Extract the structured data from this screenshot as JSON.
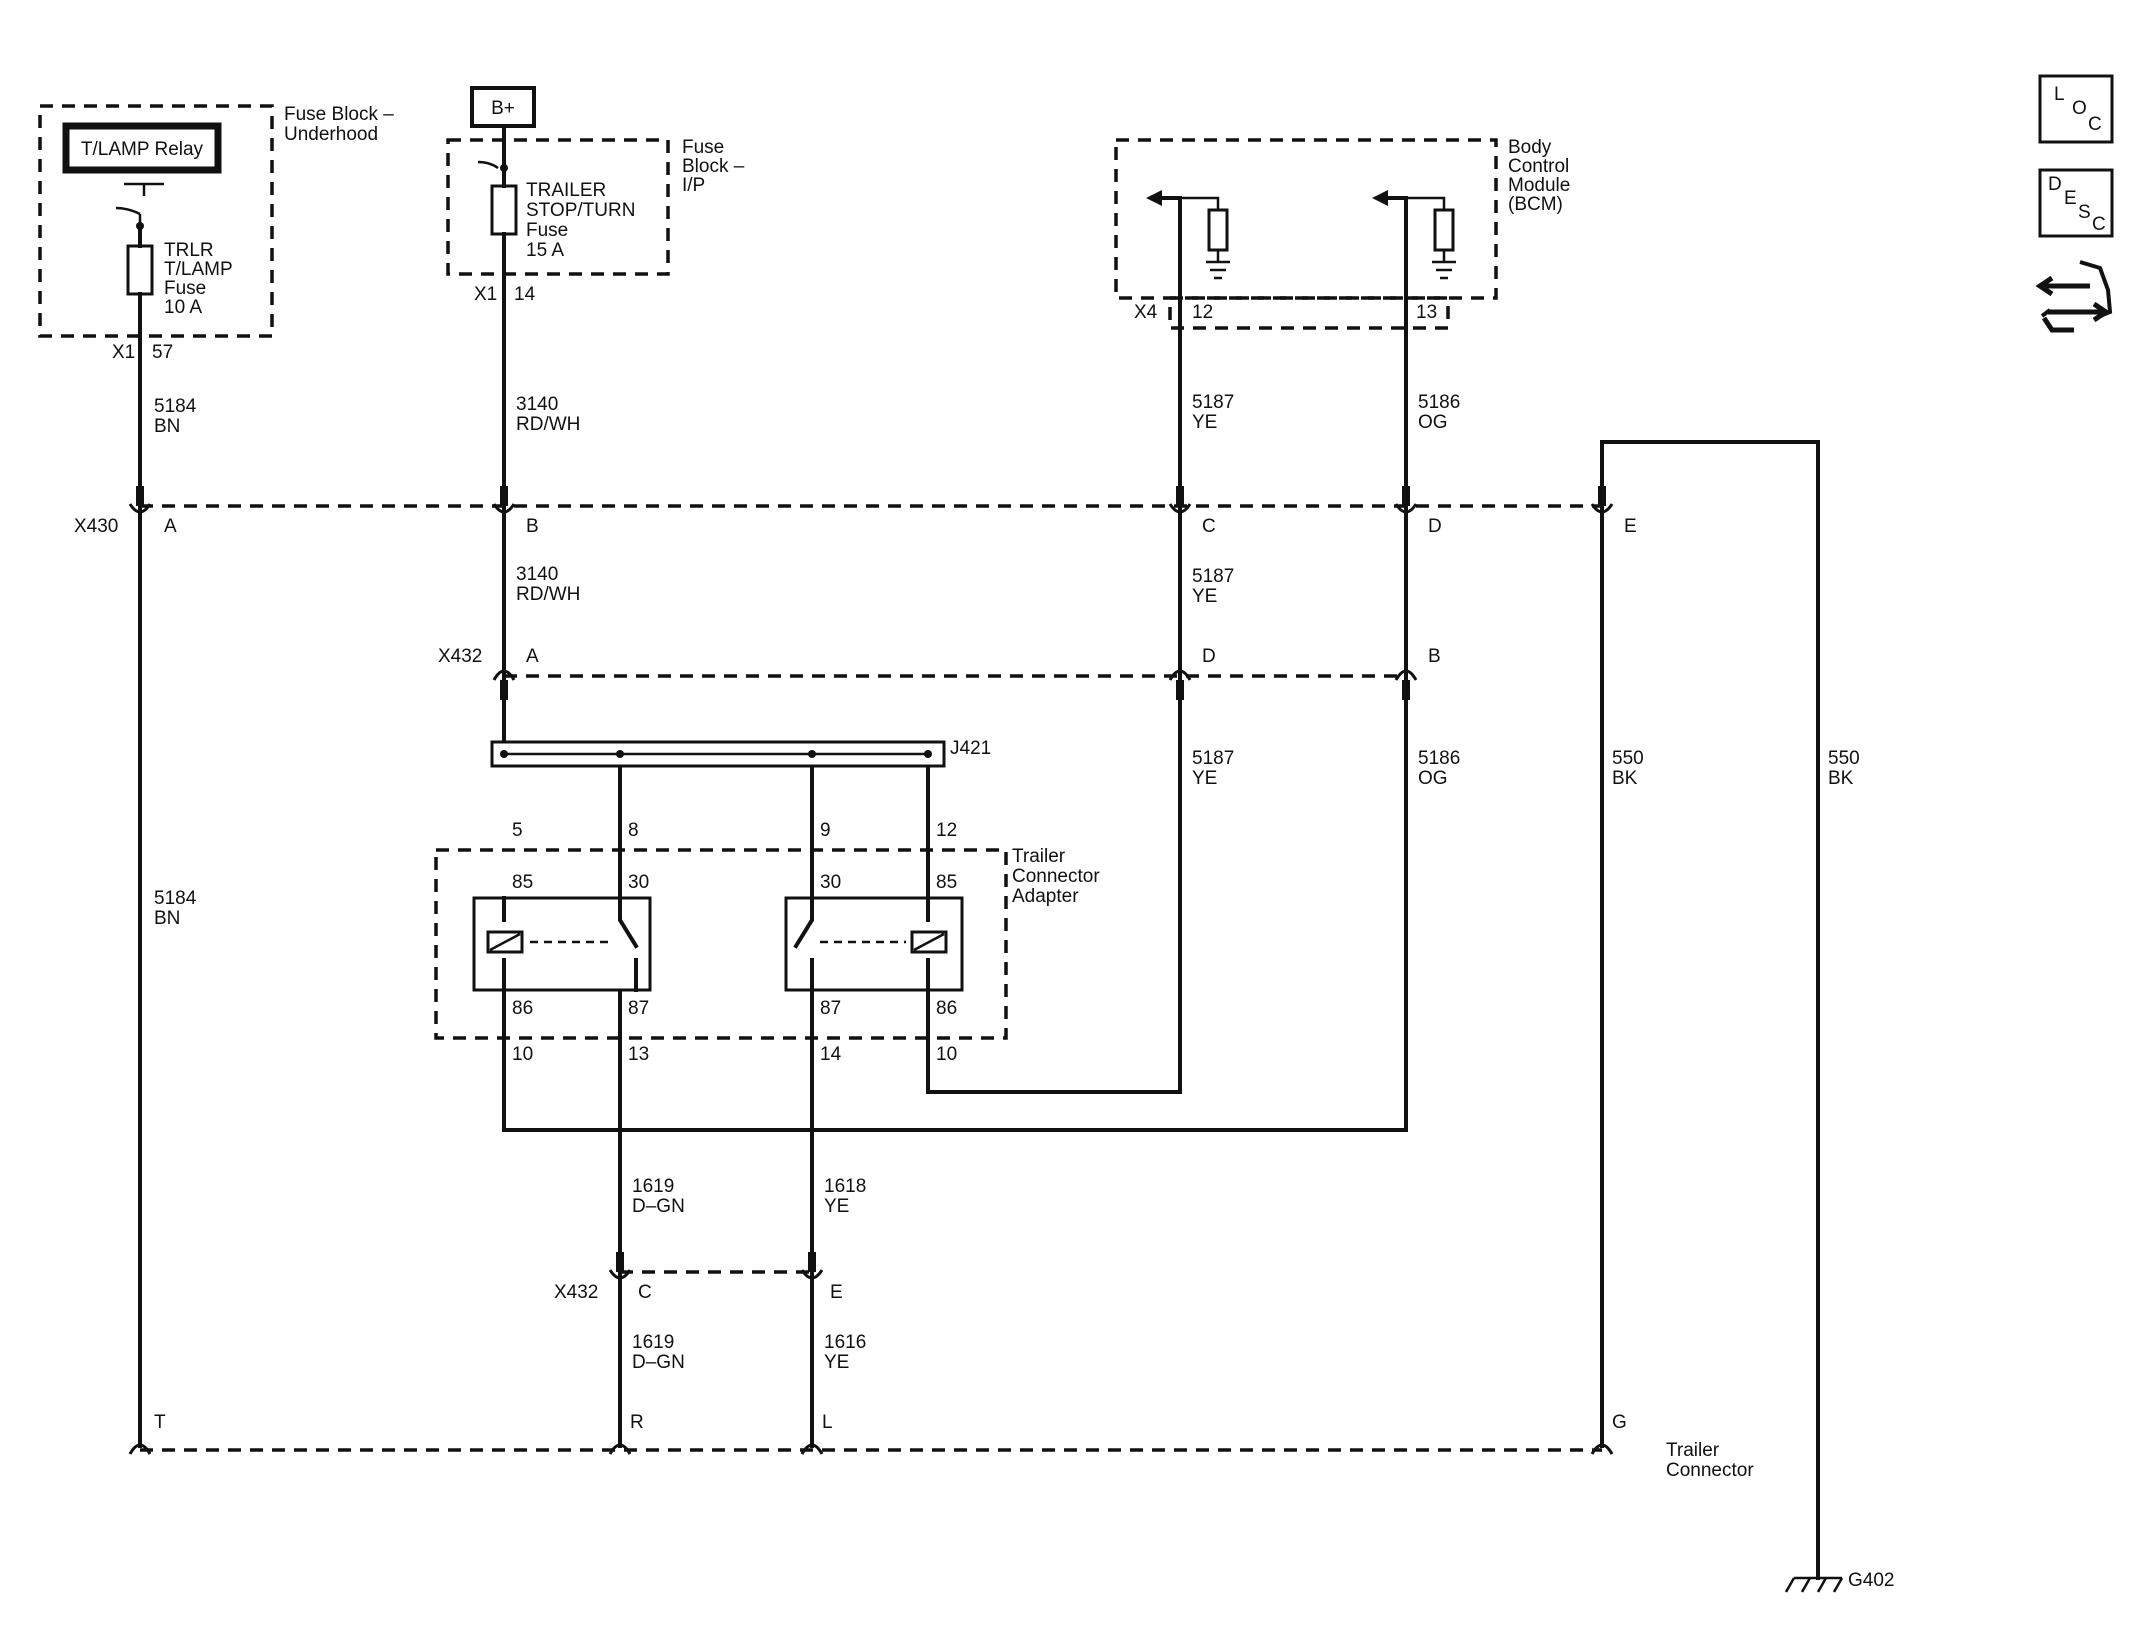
{
  "blocks": {
    "fuse_block_underhood": {
      "label": [
        "Fuse Block –",
        "Underhood"
      ]
    },
    "tlamp_relay": {
      "label": "T/LAMP Relay"
    },
    "trlr_tlamp_fuse": {
      "label": [
        "TRLR",
        "T/LAMP",
        "Fuse",
        "10 A"
      ]
    },
    "bplus": {
      "label": "B+"
    },
    "fuse_block_ip": {
      "label": [
        "Fuse",
        "Block –",
        "I/P"
      ]
    },
    "trailer_stop_turn_fuse": {
      "label": [
        "TRAILER",
        "STOP/TURN",
        "Fuse",
        "15 A"
      ]
    },
    "bcm": {
      "label": [
        "Body",
        "Control",
        "Module",
        "(BCM)"
      ]
    },
    "trailer_connector_adapter": {
      "label": [
        "Trailer",
        "Connector",
        "Adapter"
      ]
    },
    "trailer_connector": {
      "label": [
        "Trailer",
        "Connector"
      ]
    },
    "splice": {
      "label": "J421"
    },
    "ground": {
      "label": "G402"
    }
  },
  "connectors": {
    "x1_underhood": {
      "name": "X1",
      "pin": "57"
    },
    "x1_ip": {
      "name": "X1",
      "pin": "14"
    },
    "x4": {
      "name": "X4",
      "pins": [
        "12",
        "13"
      ]
    },
    "x430": {
      "name": "X430",
      "pins": [
        "A",
        "B",
        "C",
        "D",
        "E"
      ]
    },
    "x432_upper": {
      "name": "X432",
      "pins": [
        "A",
        "D",
        "B"
      ]
    },
    "x432_lower": {
      "name": "X432",
      "pins": [
        "C",
        "E"
      ]
    },
    "adapter_pins": [
      "5",
      "8",
      "9",
      "12",
      "10",
      "13",
      "14",
      "10"
    ],
    "relay1_pins": [
      "85",
      "30",
      "86",
      "87"
    ],
    "relay2_pins": [
      "30",
      "85",
      "87",
      "86"
    ],
    "trailer_connector_pins": [
      "T",
      "R",
      "L",
      "G"
    ]
  },
  "wires": {
    "w5184": {
      "circuit": "5184",
      "color": "BN"
    },
    "w3140": {
      "circuit": "3140",
      "color": "RD/WH"
    },
    "w5187": {
      "circuit": "5187",
      "color": "YE"
    },
    "w5186": {
      "circuit": "5186",
      "color": "OG"
    },
    "w550": {
      "circuit": "550",
      "color": "BK"
    },
    "w1619": {
      "circuit": "1619",
      "color": "D–GN"
    },
    "w1618": {
      "circuit": "1618",
      "color": "YE"
    },
    "w1616": {
      "circuit": "1616",
      "color": "YE"
    }
  },
  "nav": {
    "loc": [
      "L",
      "O",
      "C"
    ],
    "desc": [
      "D",
      "E",
      "S",
      "C"
    ],
    "swap_icon": "connector-swap-icon"
  }
}
